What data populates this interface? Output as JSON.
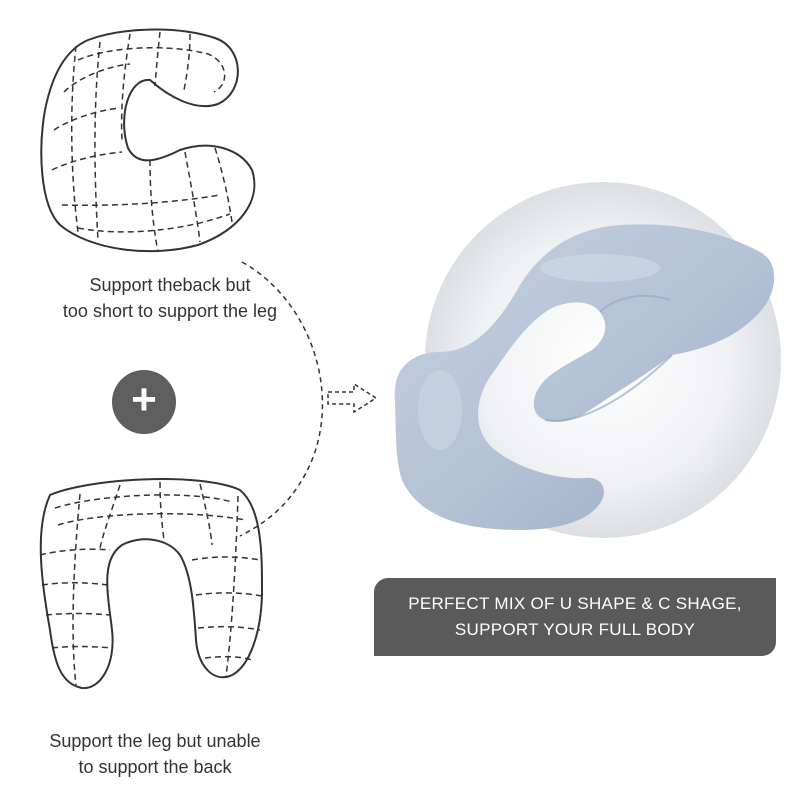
{
  "c_shape": {
    "caption_line1": "Support theback but",
    "caption_line2": "too short to support the leg"
  },
  "u_shape": {
    "caption_line1": "Support the leg but unable",
    "caption_line2": "to support the back"
  },
  "plus": {
    "symbol": "+"
  },
  "banner": {
    "line1": "PERFECT MIX OF U SHAPE & C SHAGE,",
    "line2": "SUPPORT YOUR FULL BODY"
  },
  "icons": [
    "c-pillow-icon",
    "u-pillow-icon",
    "plus-icon",
    "arrow-right-icon"
  ],
  "colors": {
    "outline": "#333333",
    "badge": "#5e5e5e",
    "banner": "#5a5a5a",
    "pillow": "#b7c5d8",
    "halo": "#e3e5e8"
  }
}
